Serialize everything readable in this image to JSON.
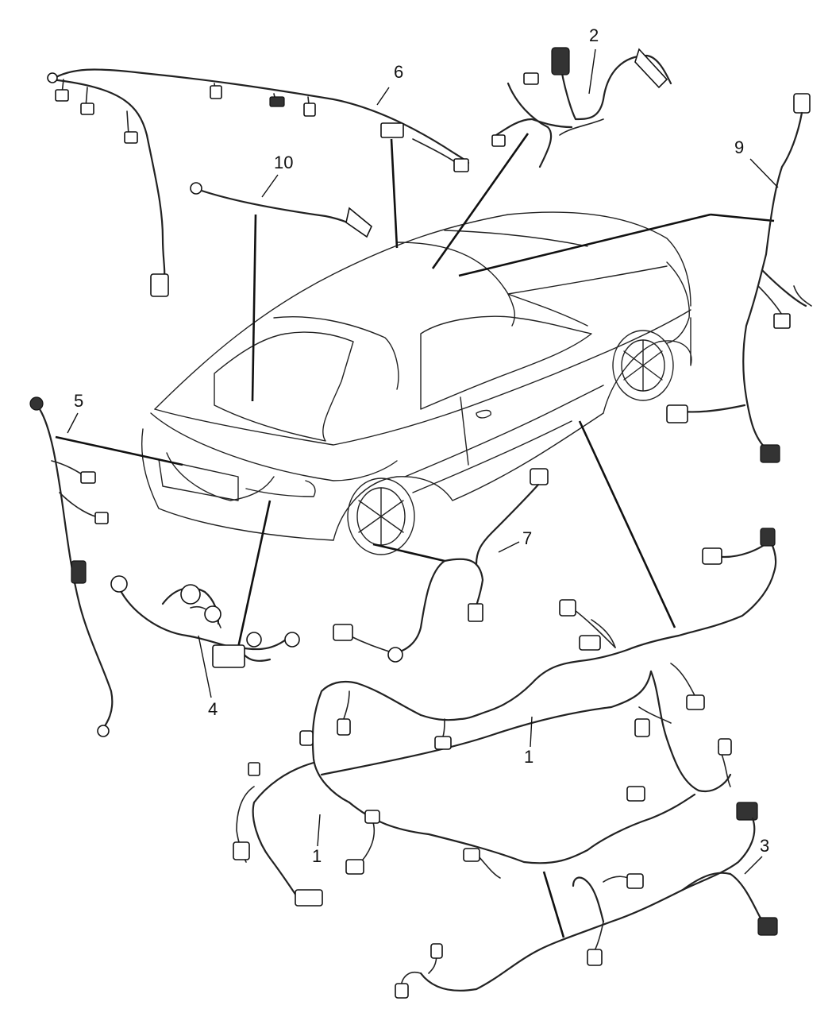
{
  "callouts": {
    "c1a": "1",
    "c1b": "1",
    "c2": "2",
    "c3": "3",
    "c4": "4",
    "c5": "5",
    "c6": "6",
    "c7": "7",
    "c9": "9",
    "c10": "10"
  },
  "colors": {
    "line": "#111111",
    "background": "#ffffff"
  }
}
